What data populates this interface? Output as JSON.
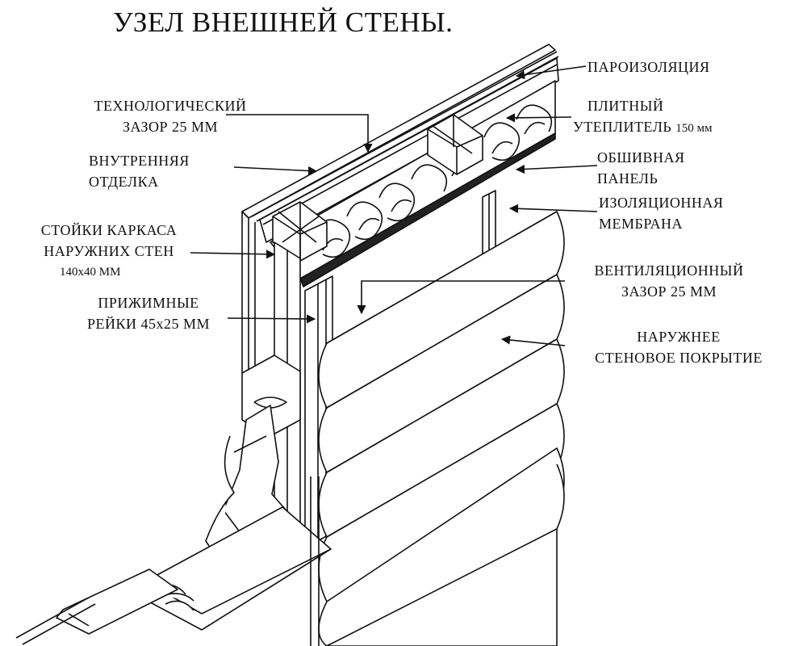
{
  "title": "УЗЕЛ ВНЕШНЕЙ СТЕНЫ.",
  "labels": {
    "vapor_barrier": {
      "line1": "ПАРОИЗОЛЯЦИЯ"
    },
    "insulation": {
      "line1": "ПЛИТНЫЙ",
      "line2": "УТЕПЛИТЕЛЬ",
      "line2_unit": "150 мм"
    },
    "sheathing": {
      "line1": "ОБШИВНАЯ",
      "line2": "ПАНЕЛЬ"
    },
    "membrane": {
      "line1": "ИЗОЛЯЦИОННАЯ",
      "line2": "МЕМБРАНА"
    },
    "vent_gap": {
      "line1": "ВЕНТИЛЯЦИОННЫЙ",
      "line2": "ЗАЗОР 25 ММ"
    },
    "exterior": {
      "line1": "НАРУЖНЕЕ",
      "line2": "СТЕНОВОЕ ПОКРЫТИЕ"
    },
    "tech_gap": {
      "line1": "ТЕХНОЛОГИЧЕСКИЙ",
      "line2": "ЗАЗОР 25 ММ"
    },
    "interior": {
      "line1": "ВНУТРЕННЯЯ",
      "line2": "ОТДЕЛКА"
    },
    "studs": {
      "line1": "СТОЙКИ КАРКАСА",
      "line2": "НАРУЖНИХ СТЕН",
      "line3": "140х40 ММ"
    },
    "battens": {
      "line1": "ПРИЖИМНЫЕ",
      "line2": "РЕЙКИ 45х25 ММ"
    }
  }
}
